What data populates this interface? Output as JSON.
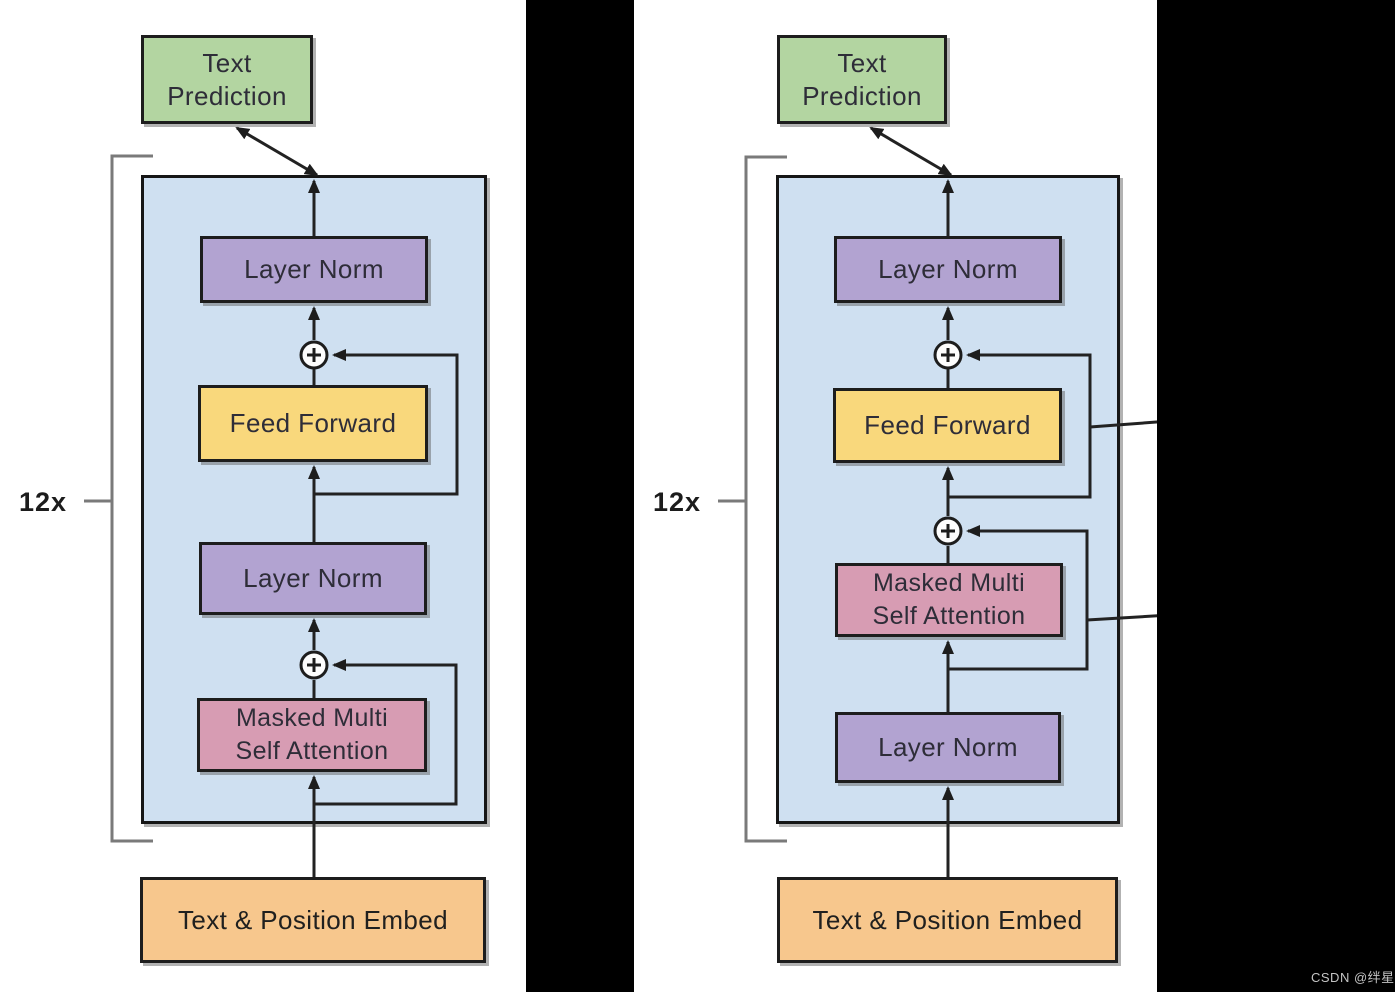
{
  "watermark": {
    "text": "CSDN @绊星",
    "color": "#c4c4c4"
  },
  "colors": {
    "prediction_box": "#b3d5a1",
    "layer_norm_box": "#b2a3d1",
    "feed_forward_box": "#f9d87c",
    "masked_attention_box": "#d79cb3",
    "embed_box": "#f7c78d",
    "transformer_block_bg": "#cfe0f1",
    "wire": "#222222",
    "bracket": "#7a7a7a",
    "mask_bar": "#000000"
  },
  "left_diagram": {
    "repeat_label": "12x",
    "prediction_label": "Text\nPrediction",
    "layer_norm_top_label": "Layer Norm",
    "feed_forward_label": "Feed Forward",
    "layer_norm_bottom_label": "Layer Norm",
    "masked_attention_label": "Masked Multi\nSelf Attention",
    "embed_label": "Text & Position Embed"
  },
  "right_diagram": {
    "repeat_label": "12x",
    "prediction_label": "Text\nPrediction",
    "layer_norm_top_label": "Layer Norm",
    "feed_forward_label": "Feed Forward",
    "layer_norm_bottom_label": "Layer Norm",
    "masked_attention_label": "Masked Multi\nSelf Attention",
    "embed_label": "Text & Position Embed"
  }
}
